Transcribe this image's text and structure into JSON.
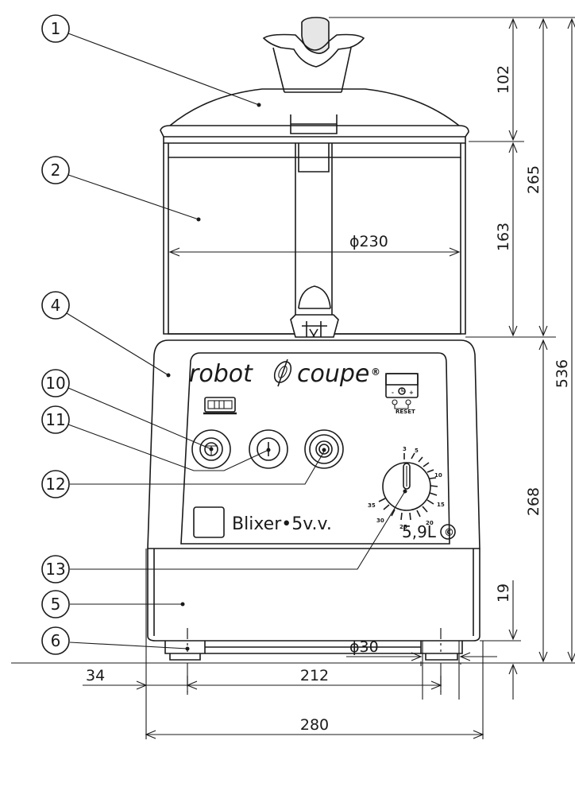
{
  "dimensions": {
    "lid_top": "102",
    "bowl_height": "163",
    "upper_total": "265",
    "total_height": "536",
    "base_height": "268",
    "foot_height": "19",
    "bowl_diameter": "ϕ230",
    "foot_diameter": "ϕ30",
    "left_offset": "34",
    "foot_spacing": "212",
    "base_width": "280"
  },
  "callouts": [
    "1",
    "2",
    "4",
    "10",
    "11",
    "12",
    "13",
    "5",
    "6"
  ],
  "panel": {
    "brand_left": "robot",
    "brand_right": "coupe",
    "registered": "®",
    "model": "Blixer•5v.v.",
    "capacity": "5,9L",
    "capacity_mark": "©",
    "timer_minus": "-",
    "timer_plus": "+",
    "timer_reset": "RESET",
    "dial_labels": [
      "3",
      "5",
      "10",
      "15",
      "20",
      "25",
      "30",
      "35"
    ]
  }
}
